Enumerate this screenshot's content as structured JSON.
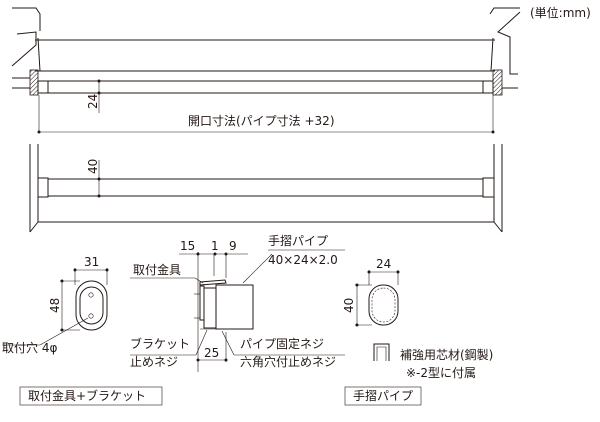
{
  "unit_label": "(単位:mm)",
  "top_view": {
    "pipe_height_dim": "24",
    "opening_dim": "開口寸法(パイプ寸法 +32)"
  },
  "front_view": {
    "pipe_width_dim": "40"
  },
  "bracket_detail": {
    "dim_width": "31",
    "dim_height": "48",
    "hole_label": "取付穴 4φ",
    "dim_15": "15",
    "dim_1": "1",
    "dim_9": "9",
    "dim_25": "25",
    "label_fitting": "取付金具",
    "label_pipe": "手摺パイプ",
    "label_pipe_size": "40×24×2.0",
    "label_bracket_screw_1": "ブラケット",
    "label_bracket_screw_2": "止めネジ",
    "label_pipe_screw_1": "パイプ固定ネジ",
    "label_pipe_screw_2": "六角穴付止めネジ",
    "caption": "取付金具+ブラケット"
  },
  "pipe_detail": {
    "dim_width": "24",
    "dim_height": "40",
    "core_label": "補強用芯材(鋼製)",
    "core_note": "※-2型に付属",
    "caption": "手摺パイプ"
  }
}
